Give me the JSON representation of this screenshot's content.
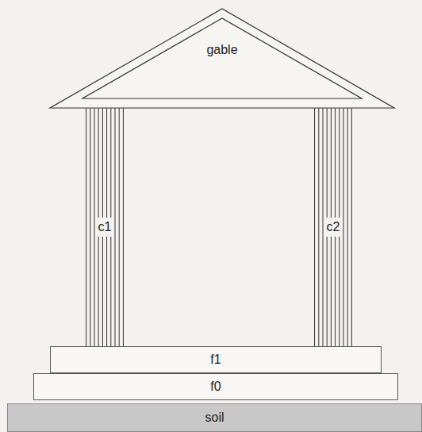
{
  "diagram": {
    "nodes": [
      {
        "text": [
          "gable"
        ]
      },
      {
        "text": [
          "c1"
        ]
      },
      {
        "text": [
          "c2"
        ]
      },
      {
        "text": [
          "f1"
        ]
      },
      {
        "text": [
          "f0"
        ]
      },
      {
        "text": [
          "soil"
        ]
      }
    ]
  }
}
